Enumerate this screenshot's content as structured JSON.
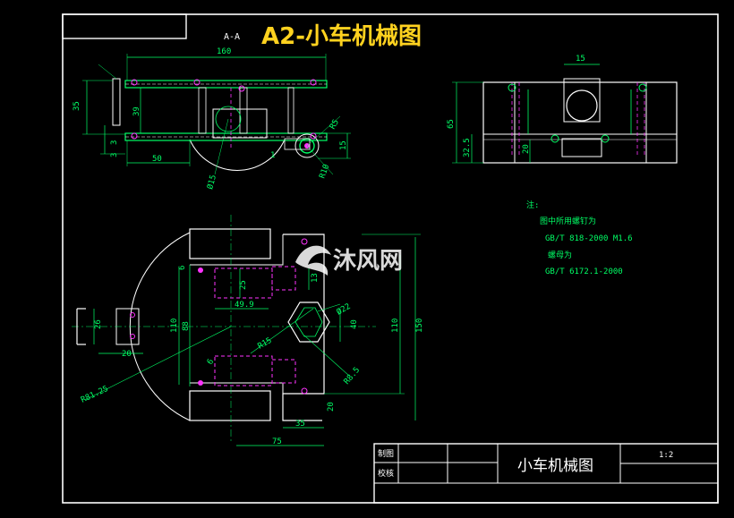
{
  "header": {
    "title": "A2-小车机械图",
    "section_label": "A-A"
  },
  "watermark": {
    "text": "沐风网"
  },
  "notes": {
    "heading": "注:",
    "line1": "图中所用螺钉为",
    "line2": "GB/T 818-2000  M1.6",
    "line3": "螺母为",
    "line4": "GB/T 6172.1-2000"
  },
  "title_block": {
    "drawn_by_label": "制图",
    "checked_by_label": "校核",
    "drawing_name": "小车机械图",
    "scale": "1:2"
  },
  "dims": {
    "front": {
      "w160": "160",
      "w50": "50",
      "h35": "35",
      "h39": "39",
      "h3a": "3",
      "h15": "15",
      "r25": "R5",
      "r40": "R10",
      "d15": "Ø15",
      "one": "1",
      "h3b": "3"
    },
    "side": {
      "w15": "15",
      "h65": "65",
      "h325": "32.5",
      "h20": "20"
    },
    "plan": {
      "h26": "26",
      "h20": "20",
      "h110": "110",
      "h88": "88",
      "h25": "25",
      "w49": "49.9",
      "h13": "13",
      "d22": "Ø22",
      "r15": "R15",
      "h40": "40",
      "h110r": "110",
      "h150": "150",
      "r815": "R81.25",
      "r85": "R8.5",
      "w35": "35",
      "w75": "75",
      "h20b": "20",
      "six_a": "6",
      "six_b": "6"
    }
  },
  "colors": {
    "background": "#000000",
    "outline": "#ffffff",
    "dimension": "#00ff66",
    "hidden_line": "#ff33ff",
    "title": "#ffd21f"
  }
}
